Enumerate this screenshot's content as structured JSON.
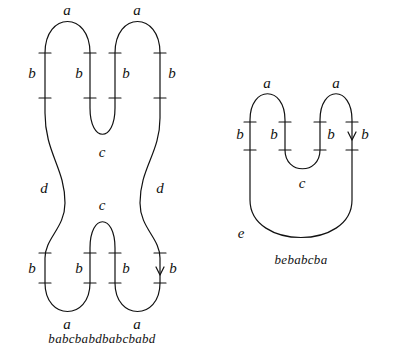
{
  "diagram": {
    "labels": [
      "a",
      "a",
      "b",
      "b",
      "b",
      "b",
      "c",
      "d",
      "d",
      "c",
      "b",
      "b",
      "b",
      "b",
      "a",
      "a",
      "babcbabdbabcbabd",
      "a",
      "a",
      "b",
      "b",
      "b",
      "b",
      "c",
      "e",
      "bebabcba"
    ]
  }
}
